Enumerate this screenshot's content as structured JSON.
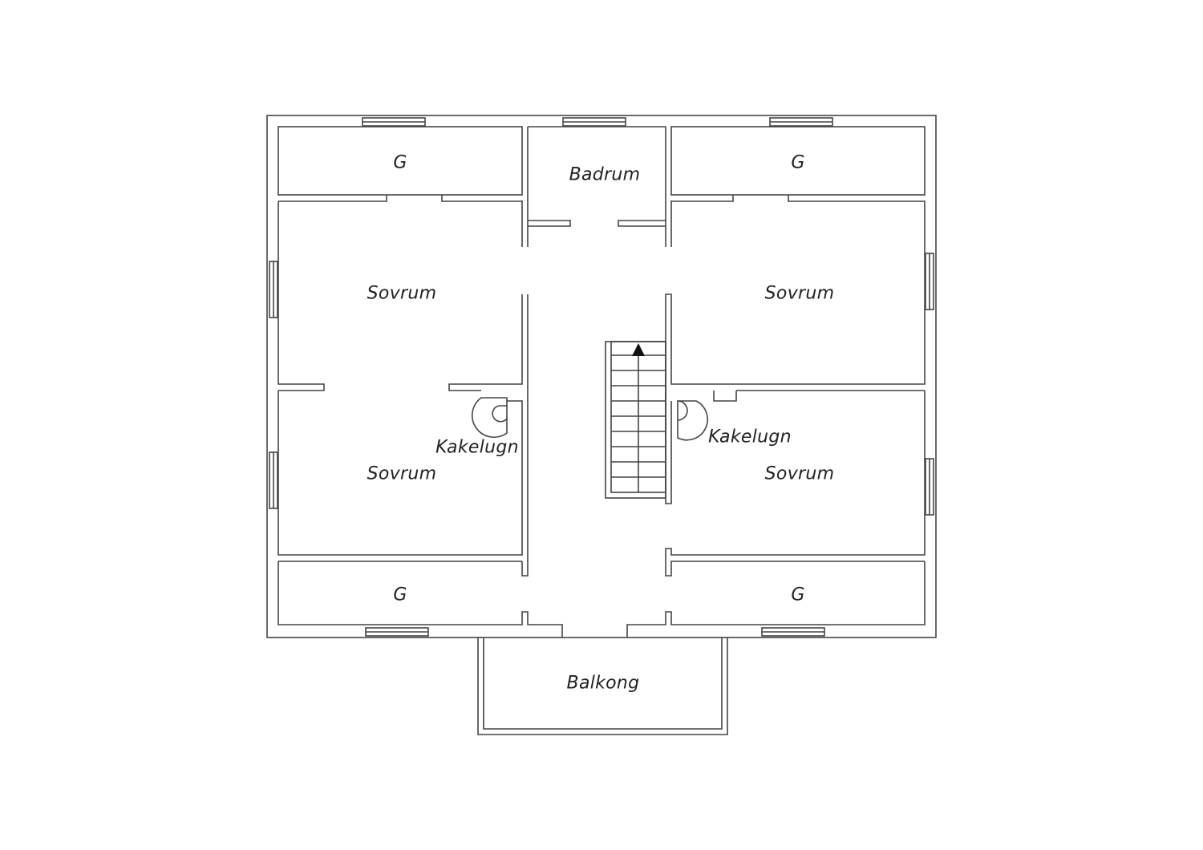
{
  "floor_plan": {
    "colors": {
      "line": "#444444",
      "background": "#ffffff",
      "fill": "#ffffff"
    },
    "rooms": {
      "g_top_left": "G",
      "badrum": "Badrum",
      "g_top_right": "G",
      "sovrum_top_left": "Sovrum",
      "sovrum_top_right": "Sovrum",
      "sovrum_bottom_left": "Sovrum",
      "sovrum_bottom_right": "Sovrum",
      "g_bottom_left": "G",
      "g_bottom_right": "G",
      "balkong": "Balkong"
    },
    "stoves": {
      "left": "Kakelugn",
      "right": "Kakelugn"
    },
    "icons": [
      "stair-arrow-icon",
      "tiled-stove-icon"
    ]
  }
}
